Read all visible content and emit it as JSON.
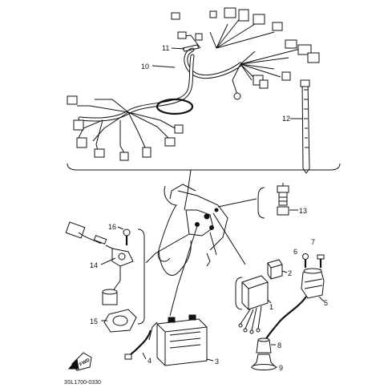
{
  "callouts": [
    {
      "id": "1",
      "text": "1"
    },
    {
      "id": "2",
      "text": "2"
    },
    {
      "id": "3",
      "text": "3"
    },
    {
      "id": "4",
      "text": "4"
    },
    {
      "id": "5",
      "text": "5"
    },
    {
      "id": "6",
      "text": "6"
    },
    {
      "id": "7",
      "text": "7"
    },
    {
      "id": "8",
      "text": "8"
    },
    {
      "id": "9",
      "text": "9"
    },
    {
      "id": "10",
      "text": "10"
    },
    {
      "id": "11",
      "text": "11"
    },
    {
      "id": "12",
      "text": "12"
    },
    {
      "id": "13",
      "text": "13"
    },
    {
      "id": "14",
      "text": "14"
    },
    {
      "id": "15",
      "text": "15"
    },
    {
      "id": "16",
      "text": "16"
    }
  ],
  "fwd_badge": "FWD",
  "reference_code": "3SL1700-0330",
  "icons": [
    "fwd-arrow-icon"
  ]
}
